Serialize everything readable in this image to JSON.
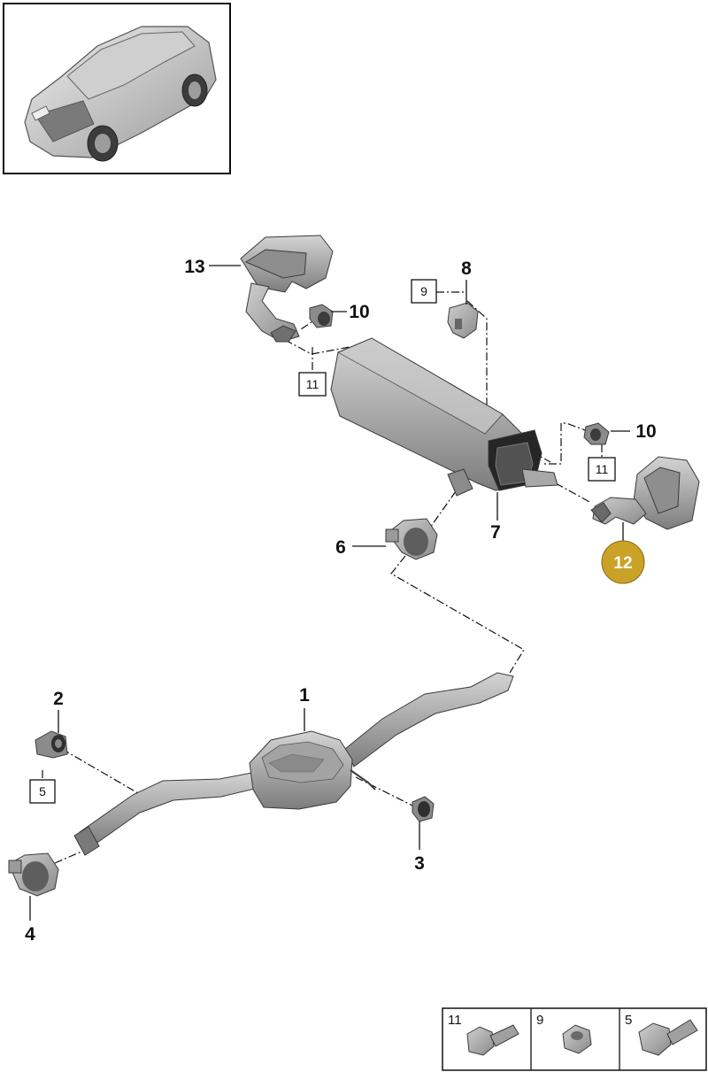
{
  "diagram": {
    "callouts": {
      "c1": "1",
      "c2": "2",
      "c3": "3",
      "c4": "4",
      "c6": "6",
      "c7": "7",
      "c8": "8",
      "c10a": "10",
      "c10b": "10",
      "c13": "13"
    },
    "boxed_refs": {
      "r9": "9",
      "r11a": "11",
      "r11b": "11",
      "r5": "5"
    },
    "highlighted_callout": "12",
    "highlight_color": "#c9a227",
    "hardware_table": [
      {
        "label": "11",
        "icon": "hex-flange-bolt-icon"
      },
      {
        "label": "9",
        "icon": "flange-nut-icon"
      },
      {
        "label": "5",
        "icon": "hex-flange-bolt-icon"
      }
    ],
    "thumbnail_icon": "suv-vehicle-icon"
  }
}
